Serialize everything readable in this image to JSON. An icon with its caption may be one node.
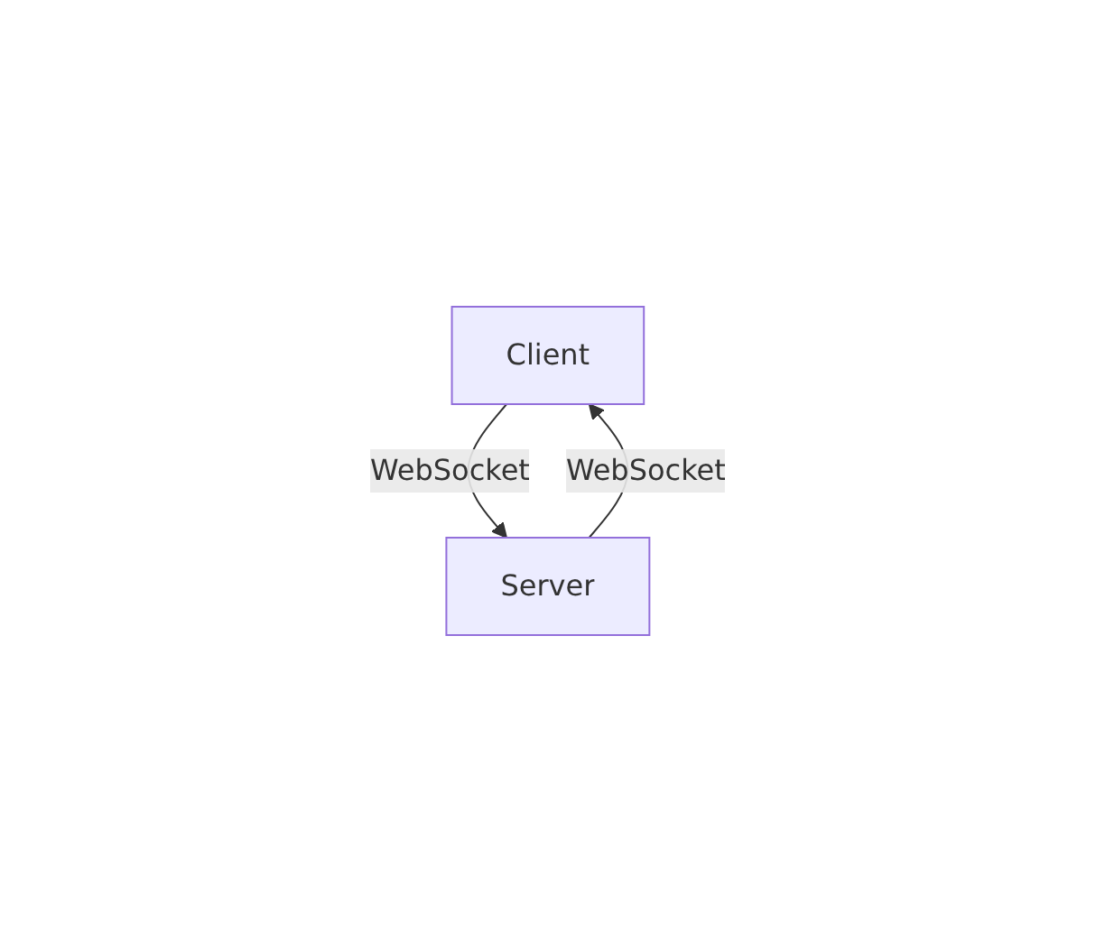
{
  "diagram": {
    "nodes": [
      {
        "text": [
          "Client"
        ]
      },
      {
        "text": [
          "Server"
        ]
      }
    ],
    "edges": [
      {
        "from": 0,
        "to": 1,
        "arrow": "to",
        "label": "WebSocket"
      },
      {
        "from": 1,
        "to": 0,
        "arrow": "to",
        "label": "WebSocket"
      }
    ]
  }
}
